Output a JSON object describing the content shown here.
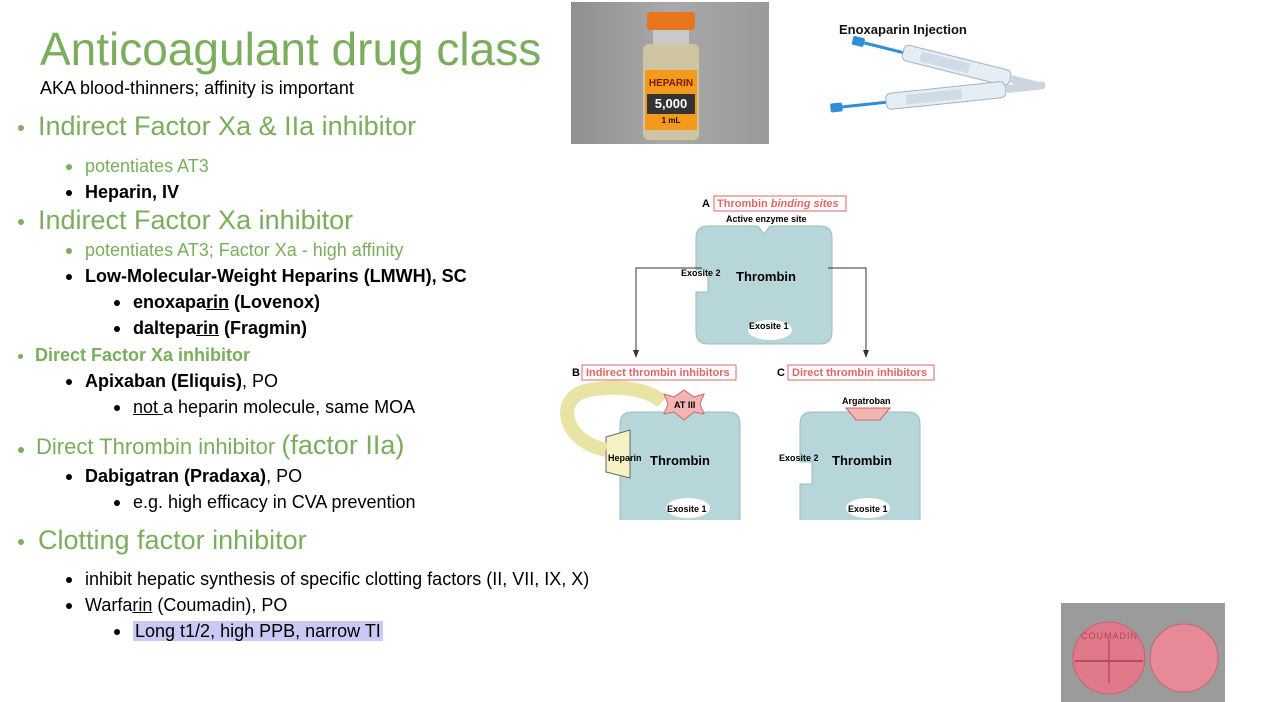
{
  "slide": {
    "title": "Anticoagulant drug class",
    "subtitle": "AKA blood-thinners; affinity is important",
    "items": [
      {
        "text": "Indirect Factor Xa & IIa inhibitor"
      },
      {
        "text": "potentiates AT3"
      },
      {
        "text": "Heparin, IV"
      },
      {
        "text": "Indirect Factor Xa inhibitor"
      },
      {
        "text": "potentiates AT3; Factor Xa - high affinity"
      },
      {
        "text": "Low-Molecular-Weight Heparins (LMWH), SC"
      },
      {
        "a": "enoxapa",
        "b": "rin",
        "c": " (Lovenox)"
      },
      {
        "a": "daltepa",
        "b": "rin",
        "c": " (Fragmin)"
      },
      {
        "text": "Direct Factor Xa inhibitor"
      },
      {
        "a": "Apixaban (Eliquis)",
        "b": ", PO"
      },
      {
        "a": "not ",
        "b": "a heparin molecule, same MOA"
      },
      {
        "a": "Direct Thrombin inhibitor ",
        "b": "(factor IIa)"
      },
      {
        "a": "Dabigatran (Pradaxa)",
        "b": ", PO"
      },
      {
        "text": "e.g. high efficacy in CVA prevention"
      },
      {
        "text": "Clotting factor inhibitor"
      },
      {
        "text": "inhibit hepatic synthesis of specific clotting factors (II, VII, IX, X)"
      },
      {
        "a": "Warfa",
        "b": "rin",
        "c": " (Coumadin), PO"
      },
      {
        "text": "Long t1/2, high PPB, narrow TI"
      }
    ]
  },
  "images": {
    "heparin_vial": {
      "label_top": "HEPARIN",
      "label_num": "5,000",
      "label_unit": "1 mL"
    },
    "syringe": {
      "caption": "Enoxaparin Injection"
    },
    "diagram": {
      "panel_a_letter": "A",
      "panel_a_title_1": "Thrombin ",
      "panel_a_title_2": "binding sites",
      "active_site": "Active enzyme site",
      "exosite2": "Exosite 2",
      "exosite1": "Exosite 1",
      "thrombin": "Thrombin",
      "panel_b_letter": "B",
      "panel_b_title": "Indirect thrombin inhibitors",
      "panel_c_letter": "C",
      "panel_c_title": "Direct thrombin inhibitors",
      "at3": "AT III",
      "heparin": "Heparin",
      "argatroban": "Argatroban"
    },
    "pill": {
      "imprint": "COUMADIN"
    }
  },
  "colors": {
    "green": "#7aae5c",
    "highlight": "#c9c9f5",
    "thrombin": "#b7d6da",
    "diagram_red": "#e06666"
  }
}
